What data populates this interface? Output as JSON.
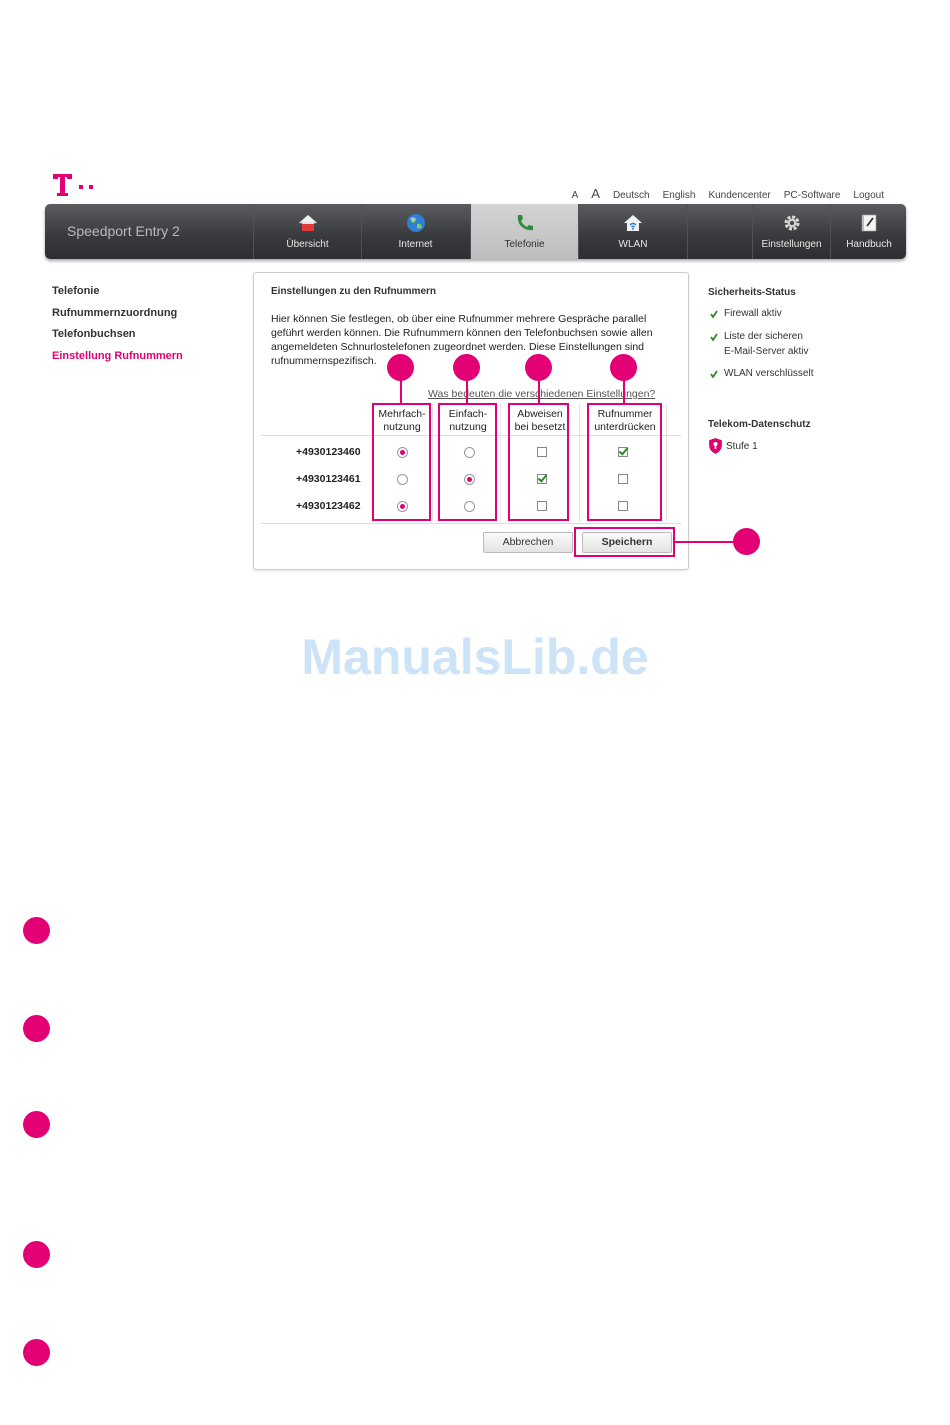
{
  "header": {
    "links": [
      "A",
      "A",
      "Deutsch",
      "English",
      "Kundencenter",
      "PC-Software",
      "Logout"
    ]
  },
  "navbar": {
    "brand": "Speedport Entry 2",
    "items": [
      {
        "label": "Übersicht",
        "icon": "home-icon"
      },
      {
        "label": "Internet",
        "icon": "globe-icon"
      },
      {
        "label": "Telefonie",
        "icon": "phone-icon"
      },
      {
        "label": "WLAN",
        "icon": "wlan-house-icon"
      },
      {
        "label": "Einstellungen",
        "icon": "gear-icon"
      },
      {
        "label": "Handbuch",
        "icon": "book-icon"
      }
    ],
    "active": "Telefonie"
  },
  "sidebar": {
    "items": [
      "Telefonie",
      "Rufnummernzuordnung",
      "Telefonbuchsen",
      "Einstellung Rufnummern"
    ],
    "active": "Einstellung Rufnummern"
  },
  "panel": {
    "title": "Einstellungen zu den Rufnummern",
    "description": "Hier können Sie festlegen, ob über eine Rufnummer mehrere Gespräche parallel geführt werden können. Die Rufnummern können den Telefonbuchsen sowie allen angemeldeten Schnurlostelefonen zugeordnet werden. Diese Einstellungen sind rufnummernspezifisch.",
    "help_link": "Was bedeuten die verschiedenen Einstellungen?",
    "columns": {
      "c1": [
        "Mehrfach-",
        "nutzung"
      ],
      "c2": [
        "Einfach-",
        "nutzung"
      ],
      "c3": [
        "Abweisen",
        "bei besetzt"
      ],
      "c4": [
        "Rufnummer",
        "unterdrücken"
      ]
    },
    "rows": [
      {
        "number": "+4930123460",
        "mehrfach": true,
        "einfach": false,
        "abweisen": false,
        "unterdruecken": true
      },
      {
        "number": "+4930123461",
        "mehrfach": false,
        "einfach": true,
        "abweisen": true,
        "unterdruecken": false
      },
      {
        "number": "+4930123462",
        "mehrfach": true,
        "einfach": false,
        "abweisen": false,
        "unterdruecken": false
      }
    ],
    "cancel_label": "Abbrechen",
    "save_label": "Speichern"
  },
  "security": {
    "title": "Sicherheits-Status",
    "items": [
      "Firewall aktiv",
      "Liste der sicheren",
      "E-Mail-Server aktiv",
      "WLAN verschlüsselt"
    ]
  },
  "privacy": {
    "title": "Telekom-Datenschutz",
    "level": "Stufe 1"
  },
  "watermark": "ManualsLib.de",
  "colors": {
    "magenta": "#e20074",
    "check_green": "#2a8a2a"
  }
}
